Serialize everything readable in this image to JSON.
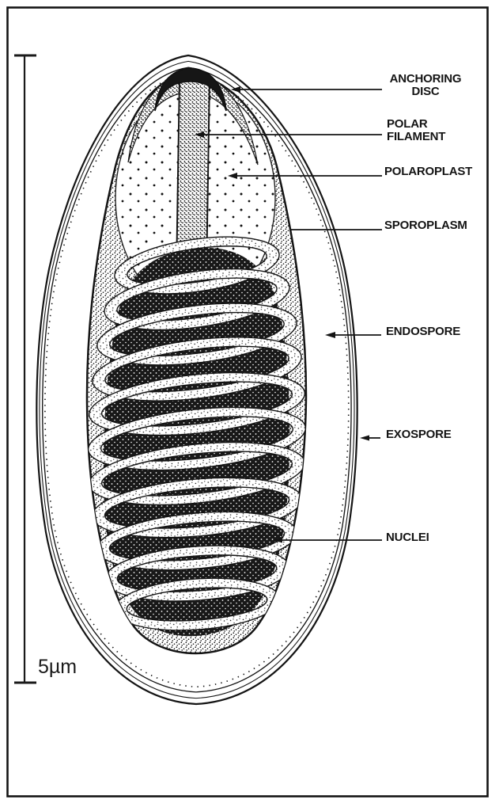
{
  "labels": {
    "anchoring_disc": {
      "line1": "ANCHORING",
      "line2": "DISC"
    },
    "polar_filament": {
      "line1": "POLAR",
      "line2": "FILAMENT"
    },
    "polaroplast": "POLAROPLAST",
    "sporoplasm": "SPOROPLASM",
    "endospore": "ENDOSPORE",
    "exospore": "EXOSPORE",
    "nuclei": "NUCLEI"
  },
  "scale_bar": {
    "label": "5µm"
  },
  "colors": {
    "ink": "#111111",
    "paper": "#ffffff"
  }
}
